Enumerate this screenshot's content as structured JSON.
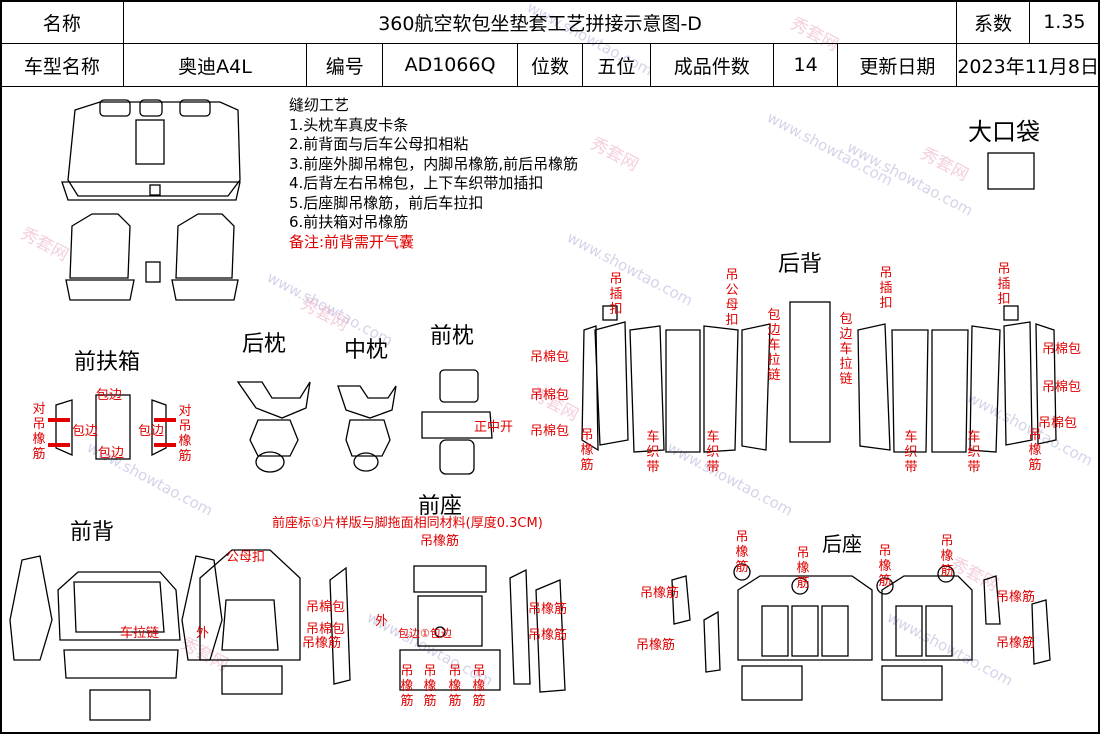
{
  "header": {
    "name_label": "名称",
    "title": "360航空软包坐垫套工艺拼接示意图-D",
    "coef_label": "系数",
    "coef_value": "1.35",
    "model_label": "车型名称",
    "model_value": "奥迪A4L",
    "code_label": "编号",
    "code_value": "AD1066Q",
    "seats_label": "位数",
    "seats_value": "五位",
    "pieces_label": "成品件数",
    "pieces_value": "14",
    "date_label": "更新日期",
    "date_value": "2023年11月8日"
  },
  "notes": {
    "title": "缝纫工艺",
    "items": [
      "1.头枕车真皮卡条",
      "2.前背面与后车公母扣相粘",
      "3.前座外脚吊棉包，内脚吊橡筋,前后吊橡筋",
      "4.后背左右吊棉包，上下车织带加插扣",
      "5.后座脚吊橡筋，前后车拉扣",
      "6.前扶箱对吊橡筋"
    ],
    "remark": "备注:前背需开气囊"
  },
  "sections": {
    "big_pocket": "大口袋",
    "rear_back": "后背",
    "front_armrest": "前扶箱",
    "rear_headrest": "后枕",
    "middle_headrest": "中枕",
    "front_headrest": "前枕",
    "front_back": "前背",
    "front_seat": "前座",
    "rear_seat": "后座"
  },
  "annotations": {
    "front_seat_note": "前座标①片样版与脚拖面相同材料(厚度0.3CM)",
    "hang_cotton": "吊棉包",
    "hang_elastic": "吊橡筋",
    "hang_buckle": "吊插扣",
    "hang_male_female": "吊公母扣",
    "binding_zipper": "包边车拉链",
    "webbing": "车织带",
    "edge": "包边",
    "opposite_elastic": "对吊橡筋",
    "zipper": "车拉链",
    "outer": "外",
    "slit": "正中开",
    "male_female": "公母扣",
    "edge_circle": "包边①包边"
  },
  "colors": {
    "red": "#e00000",
    "line": "#000000"
  }
}
